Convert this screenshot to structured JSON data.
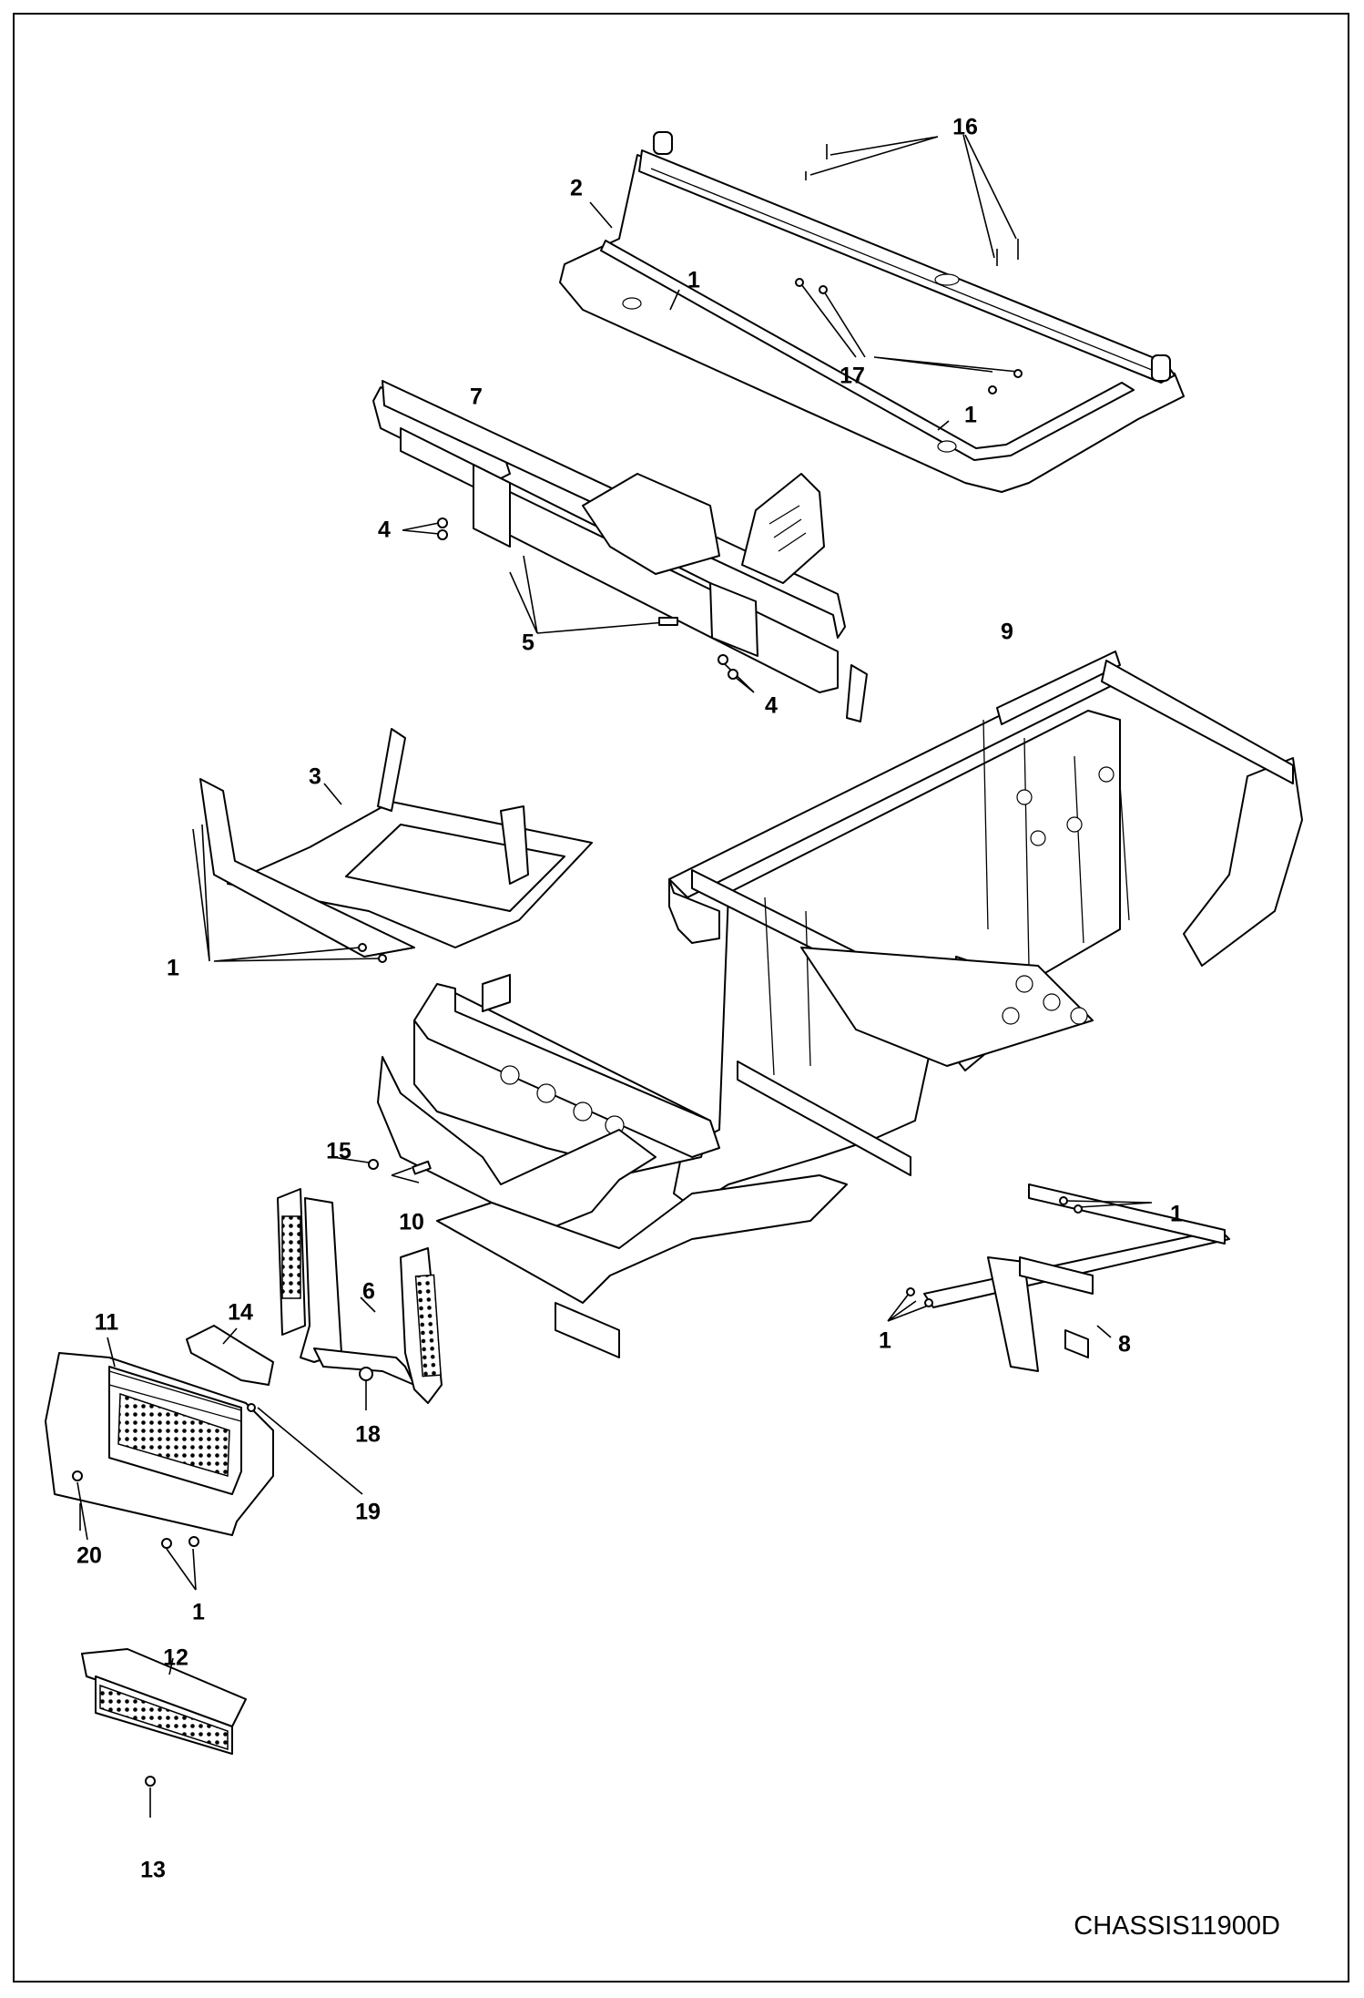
{
  "drawing_code": "CHASSIS11900D",
  "callouts": {
    "c16": "16",
    "c2": "2",
    "c1_top": "1",
    "c17": "17",
    "c1_top_right": "1",
    "c7": "7",
    "c4_left": "4",
    "c5": "5",
    "c4_right": "4",
    "c9": "9",
    "c3": "3",
    "c1_left": "1",
    "c15": "15",
    "c10": "10",
    "c1_right": "1",
    "c14": "14",
    "c6": "6",
    "c11": "11",
    "c1_lower_right": "1",
    "c8": "8",
    "c18": "18",
    "c19": "19",
    "c20": "20",
    "c1_bottom": "1",
    "c12": "12",
    "c13": "13"
  }
}
